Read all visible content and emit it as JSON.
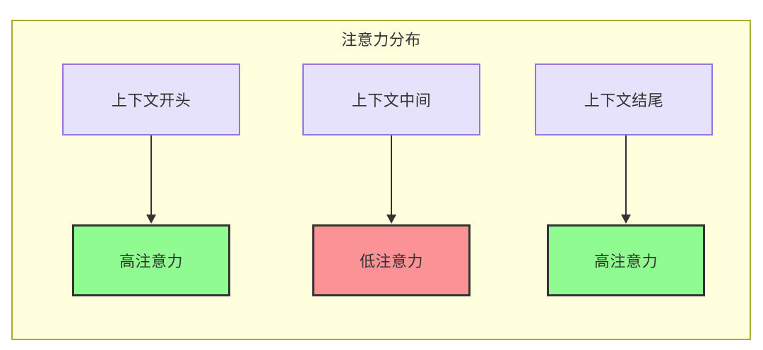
{
  "diagram": {
    "title": "注意力分布",
    "container": {
      "fill": "#ffffdd",
      "border": "#aaaa33"
    },
    "nodes": {
      "context": [
        {
          "id": "context-start",
          "label": "上下文开头",
          "fill": "#e6e2fb",
          "border": "#9673e0"
        },
        {
          "id": "context-middle",
          "label": "上下文中间",
          "fill": "#e6e2fb",
          "border": "#9673e0"
        },
        {
          "id": "context-end",
          "label": "上下文结尾",
          "fill": "#e6e2fb",
          "border": "#9673e0"
        }
      ],
      "attention": [
        {
          "id": "attention-high-start",
          "label": "高注意力",
          "fill": "#90fb90",
          "border": "#333333"
        },
        {
          "id": "attention-low-middle",
          "label": "低注意力",
          "fill": "#fb9295",
          "border": "#333333"
        },
        {
          "id": "attention-high-end",
          "label": "高注意力",
          "fill": "#90fb90",
          "border": "#333333"
        }
      ]
    },
    "edges": [
      {
        "from": "上下文开头",
        "to": "高注意力"
      },
      {
        "from": "上下文中间",
        "to": "低注意力"
      },
      {
        "from": "上下文结尾",
        "to": "高注意力"
      }
    ]
  }
}
